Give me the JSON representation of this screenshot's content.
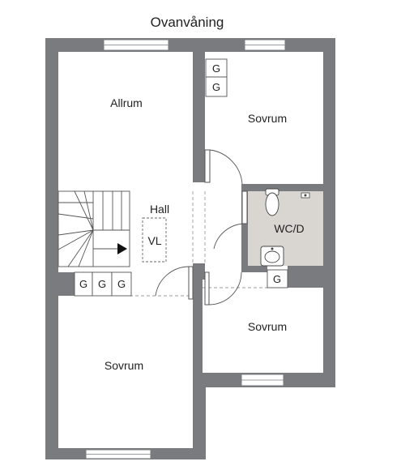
{
  "title": "Ovanvåning",
  "rooms": {
    "allrum": "Allrum",
    "sovrum_top": "Sovrum",
    "hall": "Hall",
    "vl": "VL",
    "wcd": "WC/D",
    "sovrum_mid": "Sovrum",
    "sovrum_bottom": "Sovrum"
  },
  "closets": {
    "top_1": "G",
    "top_2": "G",
    "left_1": "G",
    "left_2": "G",
    "left_3": "G",
    "right_1": "G"
  },
  "colors": {
    "wall": "#7a7b7f",
    "bathroom_floor": "#d9d6d2"
  }
}
